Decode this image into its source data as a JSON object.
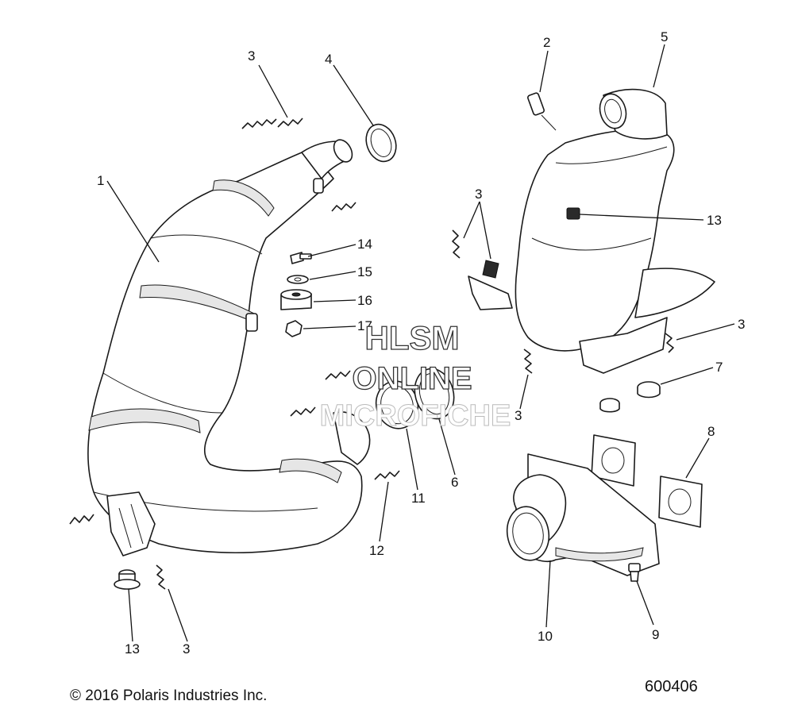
{
  "callouts": [
    {
      "id": "c1",
      "text": "1"
    },
    {
      "id": "c3a",
      "text": "3"
    },
    {
      "id": "c4",
      "text": "4"
    },
    {
      "id": "c14",
      "text": "14"
    },
    {
      "id": "c15",
      "text": "15"
    },
    {
      "id": "c16",
      "text": "16"
    },
    {
      "id": "c17",
      "text": "17"
    },
    {
      "id": "c2",
      "text": "2"
    },
    {
      "id": "c5",
      "text": "5"
    },
    {
      "id": "c3b",
      "text": "3"
    },
    {
      "id": "c13a",
      "text": "13"
    },
    {
      "id": "c3c",
      "text": "3"
    },
    {
      "id": "c7",
      "text": "7"
    },
    {
      "id": "c3d",
      "text": "3"
    },
    {
      "id": "c6",
      "text": "6"
    },
    {
      "id": "c11",
      "text": "11"
    },
    {
      "id": "c12",
      "text": "12"
    },
    {
      "id": "c8",
      "text": "8"
    },
    {
      "id": "c10",
      "text": "10"
    },
    {
      "id": "c9",
      "text": "9"
    },
    {
      "id": "c13b",
      "text": "13"
    },
    {
      "id": "c3e",
      "text": "3"
    }
  ],
  "watermark": {
    "line1": "HLSM",
    "line2": "ONLINE",
    "line3": "MICROFICHE"
  },
  "footer": {
    "copyright": "© 2016 Polaris Industries Inc.",
    "diagram_id": "600406"
  }
}
